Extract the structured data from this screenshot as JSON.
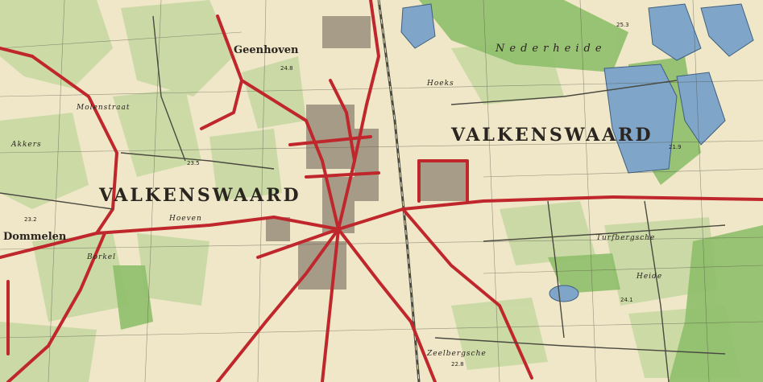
{
  "map": {
    "colors": {
      "paper": "#efe7c8",
      "field_green": "#c9d9a4",
      "forest_green": "#8fbf6a",
      "heath": "#e3d9b3",
      "water": "#7fa6c9",
      "road_red": "#c0272d",
      "line_dark": "#4a4a40"
    },
    "labels": {
      "valkenswaard_east": "VALKENSWAARD",
      "valkenswaard_west": "VALKENSWAARD",
      "geenhoven": "Geenhoven",
      "dommelen": "Dommelen",
      "nederheide": "Nederheide",
      "borkel": "Borkel",
      "hoeven": "Hoeven",
      "turfbergsche": "Turfbergsche",
      "heide": "Heide",
      "akkers": "Akkers",
      "zeelbergsche": "Zeelbergsche",
      "molenstraat": "Molenstraat",
      "hoeks": "Hoeks",
      "el_1": "23.5",
      "el_2": "24.8",
      "el_3": "25.3",
      "el_4": "22.8",
      "el_5": "21.9",
      "el_6": "23.2",
      "el_7": "24.1"
    }
  }
}
